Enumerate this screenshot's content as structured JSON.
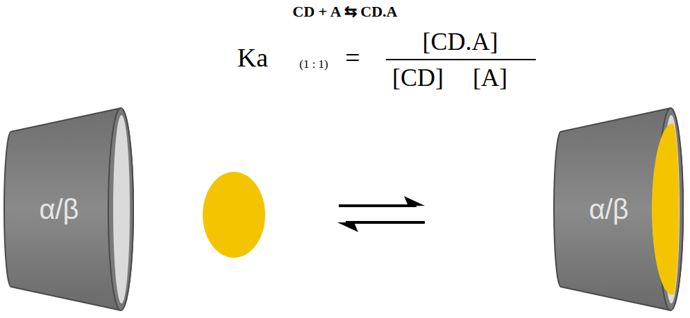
{
  "diagram": {
    "nodes": [
      {
        "text": [
          "α/β"
        ]
      },
      {
        "text": [
          "α/β"
        ]
      }
    ],
    "labels": [
      "CD + A ⇆ CD.A",
      "Ka",
      "(1 : 1)",
      "=",
      "[CD.A]",
      "[CD]",
      "[A]"
    ]
  }
}
